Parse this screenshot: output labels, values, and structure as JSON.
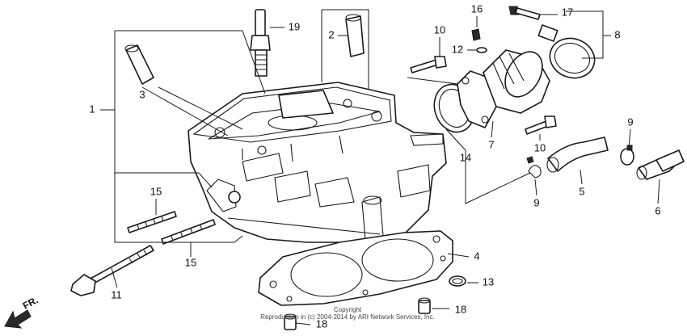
{
  "callouts": {
    "c1": "1",
    "c2": "2",
    "c3": "3",
    "c4": "4",
    "c5": "5",
    "c6": "6",
    "c7": "7",
    "c8": "8",
    "c9a": "9",
    "c9b": "9",
    "c10a": "10",
    "c10b": "10",
    "c11": "11",
    "c12": "12",
    "c13": "13",
    "c14": "14",
    "c15a": "15",
    "c15b": "15",
    "c16": "16",
    "c17": "17",
    "c18a": "18",
    "c18b": "18",
    "c19": "19"
  },
  "front_label": "FR.",
  "copyright": {
    "line1": "Copyright",
    "line2": "Reproduction in (c) 2004-2014 by ARI Network Services, Inc."
  }
}
